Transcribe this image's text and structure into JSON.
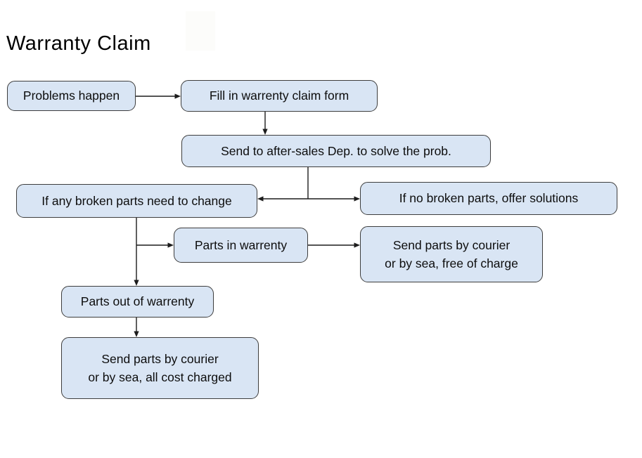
{
  "page": {
    "title": "Warranty Claim"
  },
  "colors": {
    "background": "#ffffff",
    "node_fill": "#d9e5f4",
    "node_border": "#3d3d3d",
    "connector": "#1c1c1c",
    "text": "#0d0d0d",
    "artifact": "#fcfcfa"
  },
  "diagram": {
    "nodes": {
      "problems_happen": {
        "label": "Problems happen"
      },
      "fill_claim_form": {
        "label": "Fill in warrenty claim form"
      },
      "send_after_sales": {
        "label": "Send to after-sales Dep. to solve the prob."
      },
      "broken_parts_change": {
        "label": "If any broken parts need to change"
      },
      "no_broken_parts": {
        "label": "If no broken parts, offer solutions"
      },
      "parts_in_warranty": {
        "label": "Parts in warrenty"
      },
      "send_free_of_charge": {
        "label": "Send parts by courier\nor by sea, free of charge"
      },
      "parts_out_warranty": {
        "label": "Parts out of warrenty"
      },
      "send_cost_charged": {
        "label": "Send parts by courier\nor by sea, all cost charged"
      }
    },
    "edges": [
      {
        "from": "problems_happen",
        "to": "fill_claim_form"
      },
      {
        "from": "fill_claim_form",
        "to": "send_after_sales"
      },
      {
        "from": "send_after_sales",
        "to": "broken_parts_change"
      },
      {
        "from": "send_after_sales",
        "to": "no_broken_parts"
      },
      {
        "from": "broken_parts_change",
        "to": "parts_in_warranty"
      },
      {
        "from": "broken_parts_change",
        "to": "parts_out_warranty"
      },
      {
        "from": "parts_in_warranty",
        "to": "send_free_of_charge"
      },
      {
        "from": "parts_out_warranty",
        "to": "send_cost_charged"
      }
    ]
  }
}
